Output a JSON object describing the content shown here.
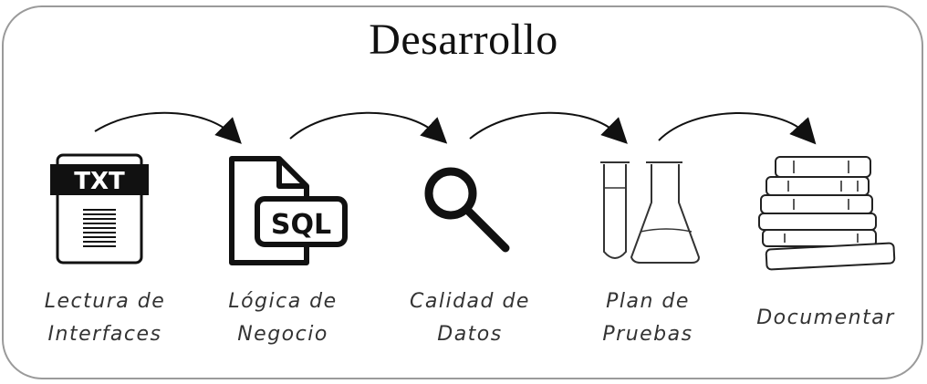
{
  "title": "Desarrollo",
  "steps": [
    {
      "icon": "txt-file-icon",
      "badge": "TXT",
      "line1": "Lectura de",
      "line2": "Interfaces"
    },
    {
      "icon": "sql-file-icon",
      "badge": "SQL",
      "line1": "Lógica de",
      "line2": "Negocio"
    },
    {
      "icon": "magnifier-icon",
      "line1": "Calidad de",
      "line2": "Datos"
    },
    {
      "icon": "lab-glassware-icon",
      "line1": "Plan de",
      "line2": "Pruebas"
    },
    {
      "icon": "books-stack-icon",
      "line1": "Documentar"
    }
  ]
}
